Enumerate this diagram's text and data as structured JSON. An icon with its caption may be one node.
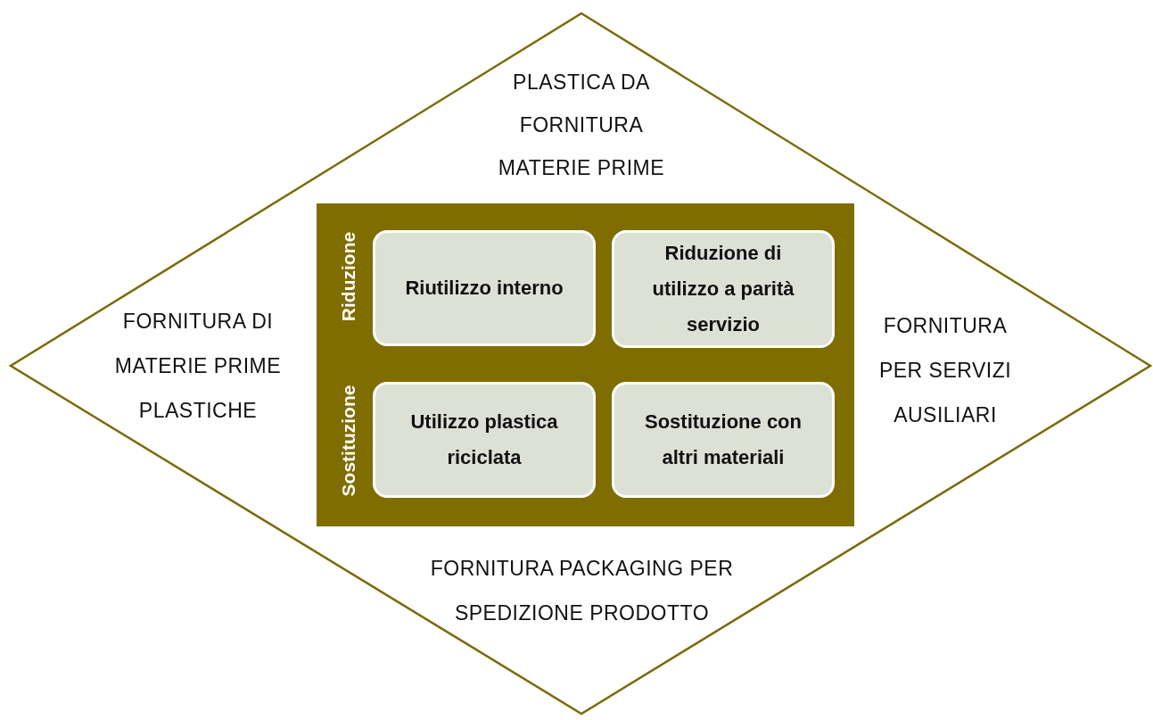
{
  "diagram": {
    "nodes": [
      {
        "text": [
          "PLASTICA DA FORNITURA MATERIE PRIME",
          "FORNITURA DI MATERIE PRIME PLASTICHE",
          "FORNITURA PER SERVIZI AUSILIARI",
          "FORNITURA PACKAGING PER SPEDIZIONE PRODOTTO"
        ]
      },
      {
        "text": [
          "Riduzione",
          "Sostituzione"
        ],
        "in": 0
      },
      {
        "text": [
          "Riutilizzo interno"
        ],
        "in": 1
      },
      {
        "text": [
          "Riduzione di utilizzo a parità servizio"
        ],
        "in": 1
      },
      {
        "text": [
          "Utilizzo plastica riciclata"
        ],
        "in": 1
      },
      {
        "text": [
          "Sostituzione con altri materiali"
        ],
        "in": 1
      }
    ]
  }
}
